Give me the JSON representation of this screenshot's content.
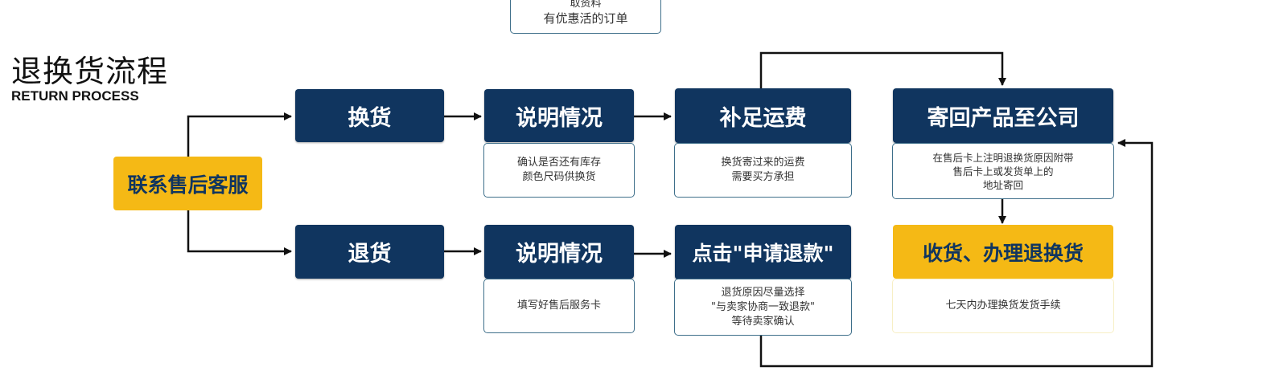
{
  "top_note": {
    "line1": "取资料",
    "line2": "有优惠活的订单"
  },
  "title": {
    "cn": "退换货流程",
    "en": "RETURN PROCESS"
  },
  "start": "联系售后客服",
  "exchange_row": {
    "step1": "换货",
    "step2": "说明情况",
    "step2_note": "确认是否还有库存\n颜色尺码供换货",
    "step3": "补足运费",
    "step3_note": "换货寄过来的运费\n需要买方承担",
    "step4": "寄回产品至公司",
    "step4_note": "在售后卡上注明退换货原因附带\n售后卡上或发货单上的\n地址寄回"
  },
  "return_row": {
    "step1": "退货",
    "step2": "说明情况",
    "step2_note": "填写好售后服务卡",
    "step3": "点击\"申请退款\"",
    "step3_note": "退货原因尽量选择\n\"与卖家协商一致退款\"\n等待卖家确认"
  },
  "final": {
    "label": "收货、办理退换货",
    "note": "七天内办理换货发货手续"
  },
  "colors": {
    "dark_blue": "#10355f",
    "yellow": "#f5b915",
    "note_border": "#3e6f8a"
  }
}
